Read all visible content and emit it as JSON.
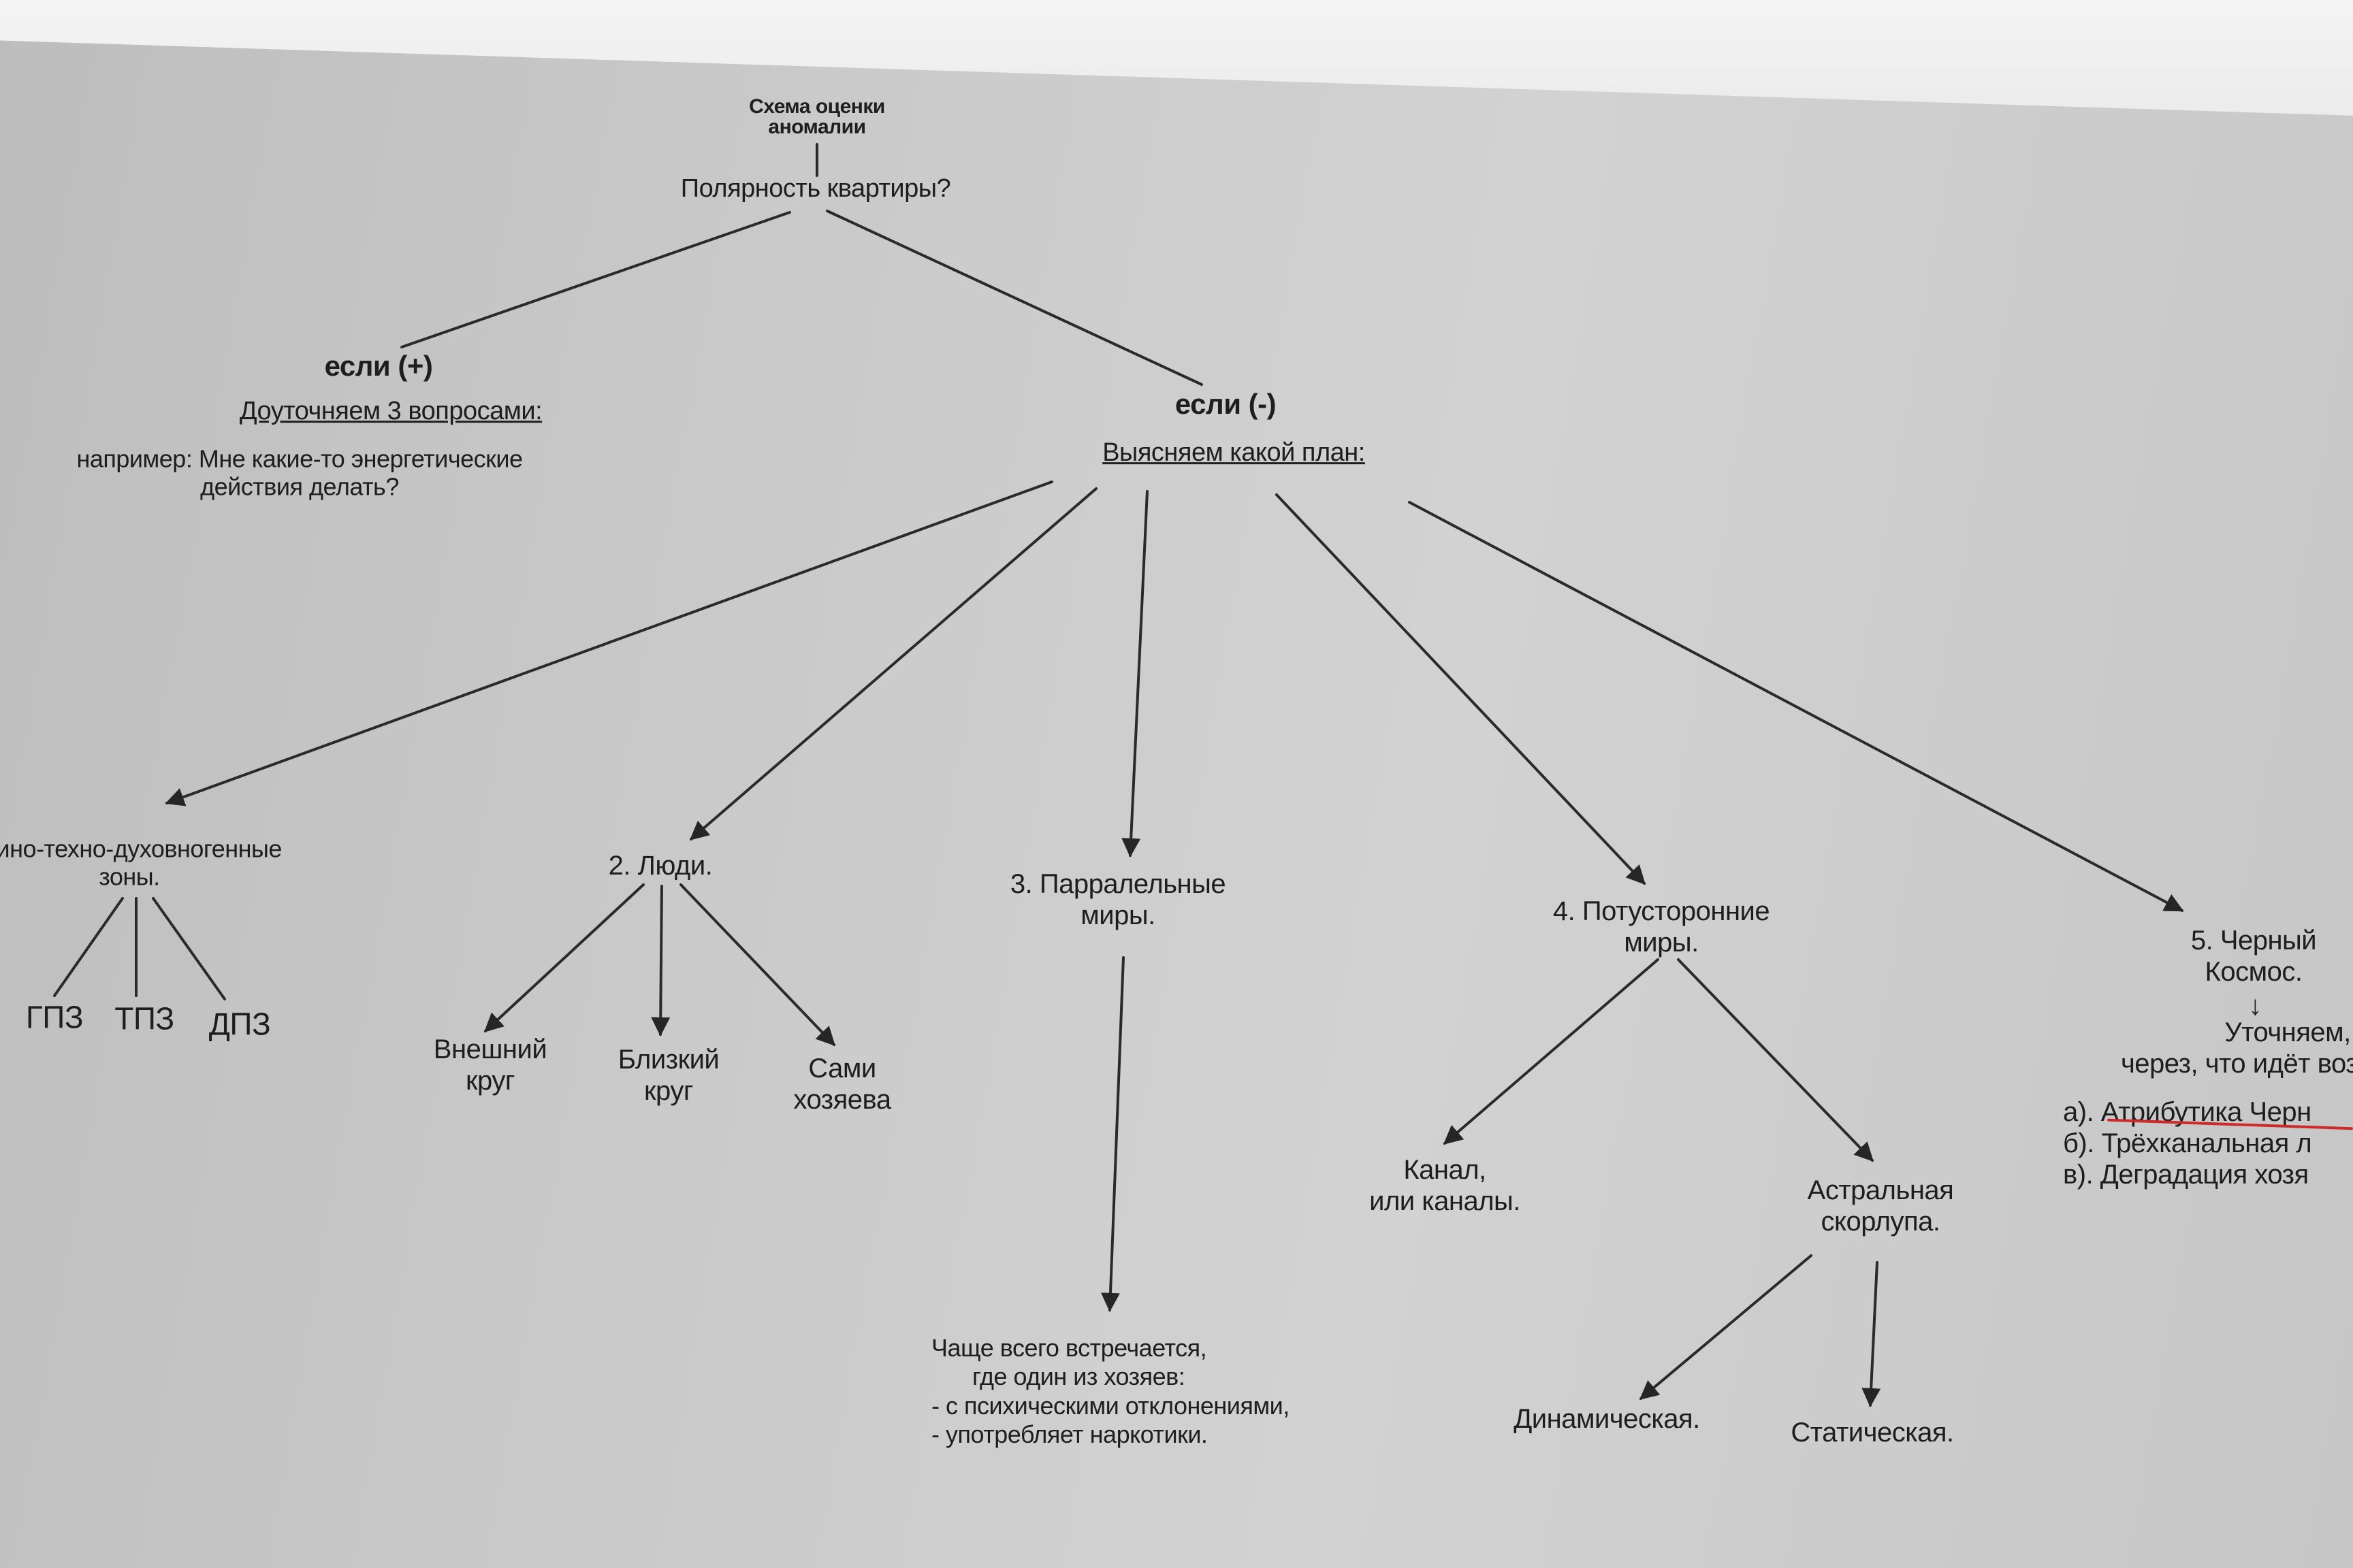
{
  "diagram": {
    "title_lines": [
      "Схема оценки",
      "аномалии"
    ],
    "question": "Полярность квартиры?",
    "positive": {
      "label": "если (+)",
      "subtitle": "Доуточняем 3 вопросами:",
      "example_lines": [
        "например: Мне какие-то энергетические",
        "действия делать?"
      ]
    },
    "negative": {
      "label": "если (-)",
      "subtitle": "Выясняем какой план:"
    },
    "zones": {
      "lines": [
        "...ино-техно-духовногенные",
        "зоны."
      ],
      "children": [
        "ГПЗ",
        "ТПЗ",
        "ДПЗ"
      ]
    },
    "people": {
      "label": "2. Люди.",
      "children": [
        {
          "lines": [
            "Внешний",
            "круг"
          ]
        },
        {
          "lines": [
            "Близкий",
            "круг"
          ]
        },
        {
          "lines": [
            "Сами",
            "хозяева"
          ]
        }
      ]
    },
    "parallel": {
      "lines": [
        "3. Парралельные",
        "миры."
      ],
      "note_lines": [
        "Чаще всего встречается,",
        "где один из хозяев:",
        "- с психическими отклонениями,",
        "- употребляет наркотики."
      ]
    },
    "otherworld": {
      "lines": [
        "4. Потусторонние",
        "миры."
      ],
      "channel_lines": [
        "Канал,",
        "или каналы."
      ],
      "shell_lines": [
        "Астральная",
        "скорлупа."
      ],
      "shell_children": [
        "Динамическая.",
        "Статическая."
      ]
    },
    "cosmos": {
      "lines": [
        "5. Черный",
        "Космос."
      ],
      "arrow": "↓",
      "clarify_lines": [
        "Уточняем,",
        "через, что идёт возд"
      ],
      "options": [
        "а). Атрибутика Черн",
        "б). Трёхканальная л",
        "в). Деградация хозя"
      ]
    }
  }
}
